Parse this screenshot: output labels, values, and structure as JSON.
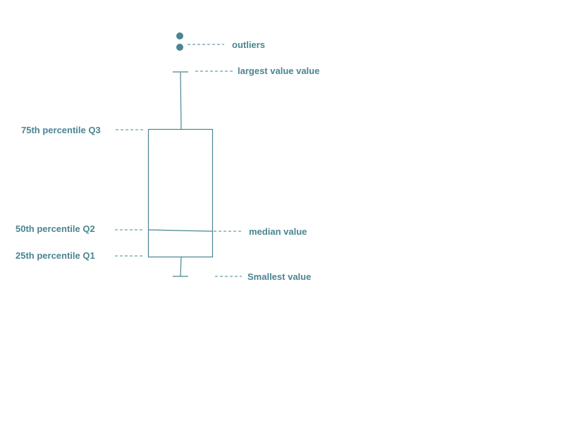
{
  "diagram": {
    "title": "Box plot anatomy",
    "color": "#4a8590",
    "labels": {
      "outliers": "outliers",
      "largest": "largest value value",
      "q3": "75th percentile Q3",
      "q2": "50th percentile Q2",
      "median": "median value",
      "q1": "25th percentile Q1",
      "smallest": "Smallest value"
    }
  }
}
